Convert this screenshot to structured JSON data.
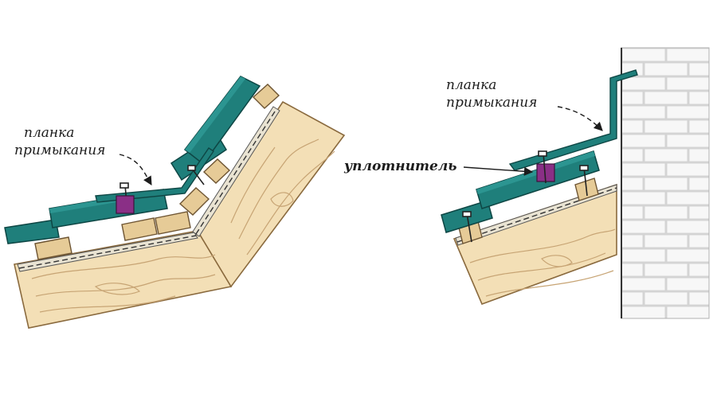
{
  "diagram": {
    "left": {
      "callout": {
        "line1": "планка",
        "line2": "примыкания"
      }
    },
    "right": {
      "callout_strip": {
        "line1": "планка",
        "line2": "примыкания"
      },
      "callout_seal": {
        "text": "уплотнитель"
      }
    }
  },
  "colors": {
    "wood": "#f3dfb6",
    "wood_edge": "#8a6a3e",
    "wood_grain": "#c7a474",
    "batten": "#e6cb97",
    "roof_panel": "#1f7f7b",
    "roof_panel_dark": "#125d5a",
    "seal": "#8a2f86",
    "membrane": "#e9e3d2",
    "brick_mortar": "#d4d4d4",
    "brick": "#f7f7f7",
    "outline": "#333333"
  }
}
